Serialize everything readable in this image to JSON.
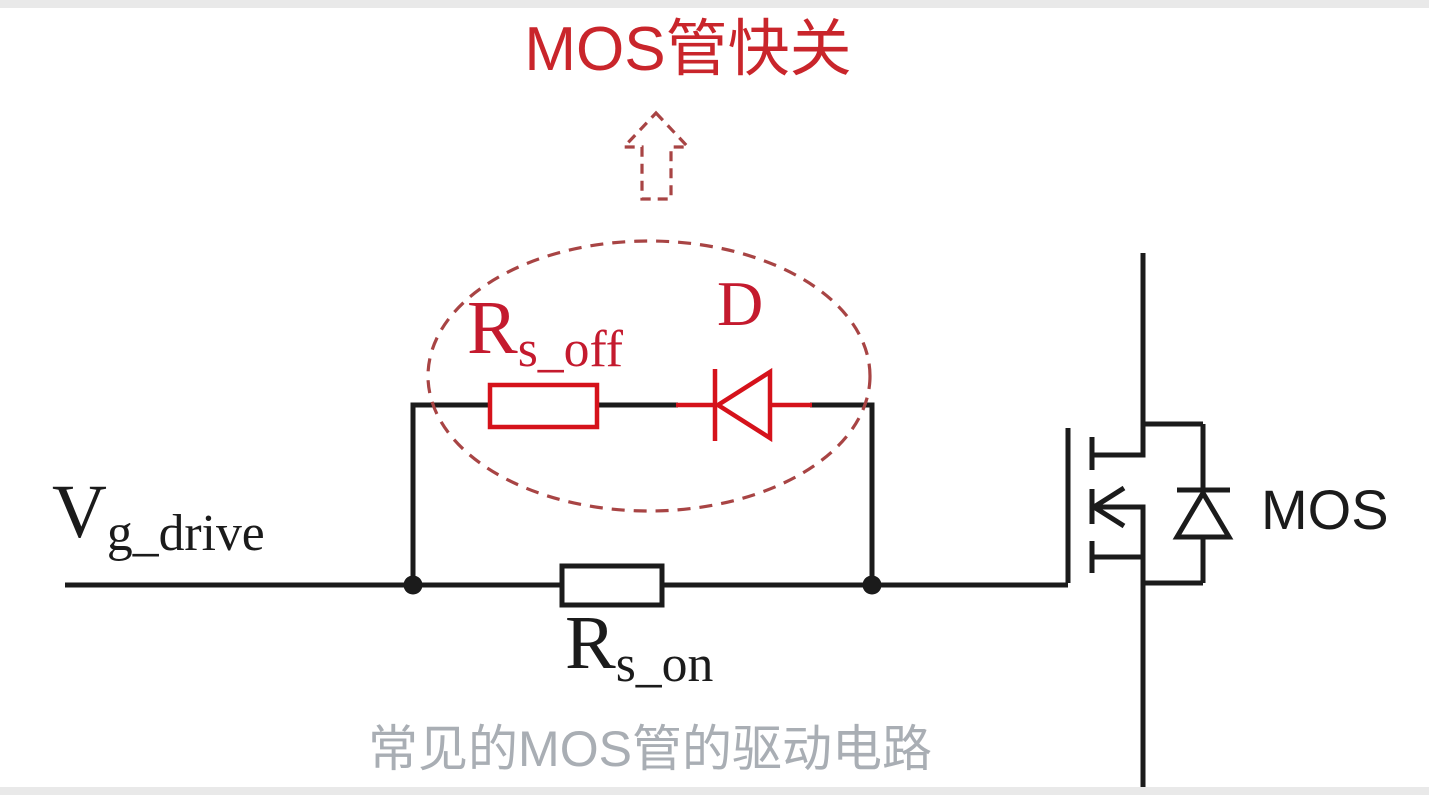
{
  "title": {
    "text": "MOS管快关"
  },
  "caption": {
    "text": "常见的MOS管的驱动电路"
  },
  "labels": {
    "v_g_drive": {
      "base": "V",
      "sub": "g_drive"
    },
    "r_s_off": {
      "base": "R",
      "sub": "s_off"
    },
    "d": {
      "text": "D"
    },
    "r_s_on": {
      "base": "R",
      "sub": "s_on"
    },
    "mos": {
      "text": "MOS"
    }
  },
  "annotations": {
    "arrow_icon": "dashed-up-block-arrow",
    "highlight_icon": "dashed-highlight-ellipse"
  },
  "colors": {
    "title_red": "#c9252b",
    "component_red": "#d5121b",
    "label_red": "#c41a2e",
    "annotation_red": "#a84444",
    "wire_black": "#1b1b1b",
    "caption_gray": "#a9aeb4",
    "border_gray": "#e9e9e9",
    "background": "#ffffff"
  }
}
